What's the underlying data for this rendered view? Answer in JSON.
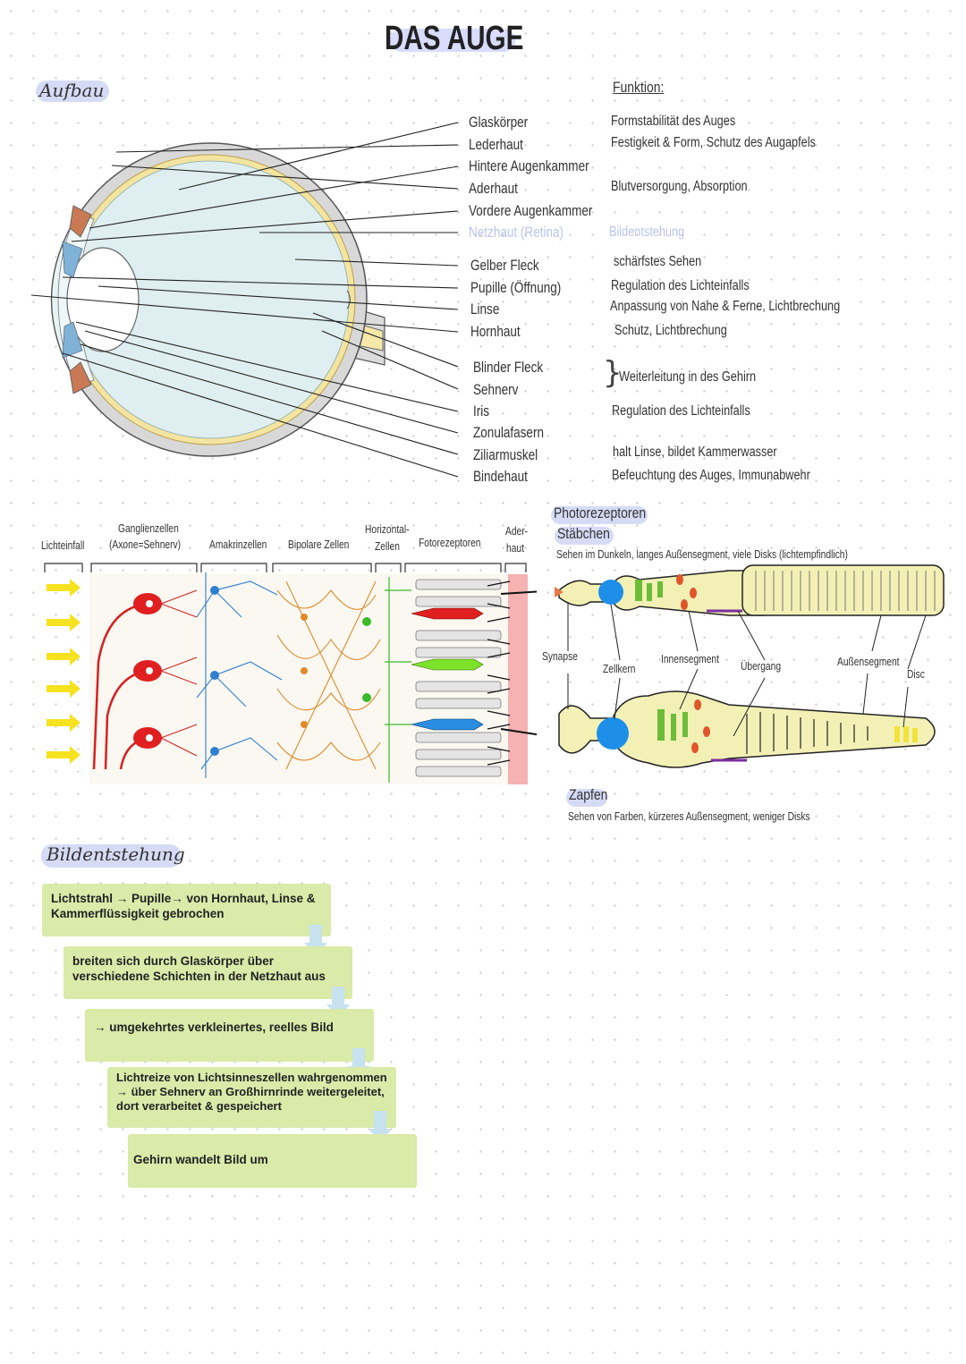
{
  "title": "DAS AUGE",
  "aufbau": {
    "heading": "Aufbau",
    "function_heading": "Funktion:",
    "parts": [
      {
        "label": "Glaskörper",
        "function": "Formstabilität des Auges"
      },
      {
        "label": "Lederhaut",
        "function": "Festigkeit & Form, Schutz des Augapfels"
      },
      {
        "label": "Hintere Augenkammer",
        "function": ""
      },
      {
        "label": "Aderhaut",
        "function": "Blutversorgung, Absorption"
      },
      {
        "label": "Vordere Augenkammer",
        "function": ""
      },
      {
        "label": "Netzhaut (Retina)",
        "function": "Bildentstehung"
      },
      {
        "label": "Gelber Fleck",
        "function": "schärfstes Sehen"
      },
      {
        "label": "Pupille (Öffnung)",
        "function": "Regulation des Lichteinfalls"
      },
      {
        "label": "Linse",
        "function": "Anpassung von Nahe & Ferne, Lichtbrechung"
      },
      {
        "label": "Hornhaut",
        "function": "Schutz, Lichtbrechung"
      },
      {
        "label": "Blinder Fleck",
        "function": ""
      },
      {
        "label": "Sehnerv",
        "function": ""
      },
      {
        "label": "Iris",
        "function": "Regulation des Lichteinfalls"
      },
      {
        "label": "Zonulafasern",
        "function": ""
      },
      {
        "label": "Ziliarmuskel",
        "function": "halt Linse, bildet Kammerwasser"
      },
      {
        "label": "Bindehaut",
        "function": "Befeuchtung des Auges, Immunabwehr"
      }
    ],
    "brace_function": "Weiterleitung in des Gehirn"
  },
  "retina": {
    "labels": {
      "lichteinfall": "Lichteinfall",
      "ganglien_1": "Ganglienzellen",
      "ganglien_2": "(Axone=Sehnerv)",
      "amakrin": "Amakrinzellen",
      "bipolar": "Bipolare Zellen",
      "horizontal_1": "Horizontal-",
      "horizontal_2": "Zellen",
      "foto": "Fotorezeptoren",
      "ader_1": "Ader-",
      "ader_2": "haut"
    }
  },
  "photo": {
    "heading": "Photorezeptoren",
    "rod_title": "Stäbchen",
    "rod_desc": "Sehen im Dunkeln, langes Außensegment, viele Disks (lichtempfindlich)",
    "cone_title": "Zapfen",
    "cone_desc": "Sehen von Farben, kürzeres Außensegment, weniger Disks",
    "labels": {
      "synapse": "Synapse",
      "zellkern": "Zellkern",
      "innensegment": "Innensegment",
      "uebergang": "Übergang",
      "aussensegment": "Außensegment",
      "disc": "Disc"
    }
  },
  "bildentstehung": {
    "heading": "Bildentstehung",
    "steps": [
      "Lichtstrahl → Pupille→ von Hornhaut, Linse & Kammerflüssigkeit gebrochen",
      "breiten sich durch Glaskörper über verschiedene Schichten in der Netzhaut aus",
      "→ umgekehrtes verkleinertes, reelles Bild",
      "Lichtreize von Lichtsinneszellen wahrgenommen → über Sehnerv an Großhirnrinde weitergeleitet, dort verarbeitet & gespeichert",
      "Gehirn wandelt Bild um"
    ]
  },
  "colors": {
    "highlight_blue": "#d6dbf5",
    "flow_green": "#d9eaa9",
    "flow_arrow": "#c8e1ee",
    "retina_layer": "#f6b1b1"
  }
}
